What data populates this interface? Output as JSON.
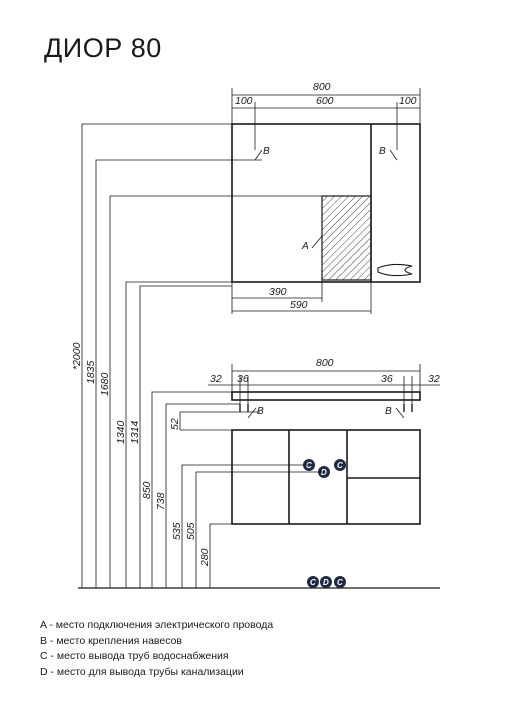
{
  "title": "ДИОР 80",
  "colors": {
    "line": "#1a1a1a",
    "badge": "#1f2a44",
    "thin": "#333333"
  },
  "mirror": {
    "width": "800",
    "left_margin": "100",
    "center": "600",
    "right_margin": "100",
    "shelf_width_1": "390",
    "shelf_width_2": "590"
  },
  "vanity": {
    "width": "800",
    "edge_left": "32",
    "edge_right": "32",
    "hole_left": "36",
    "hole_right": "36",
    "mount_offset": "52"
  },
  "heights": {
    "total": "*2000",
    "h1835": "1835",
    "h1680": "1680",
    "h1340": "1340",
    "h1314": "1314",
    "h850": "850",
    "h738": "738",
    "h535": "535",
    "h505": "505",
    "h280": "280"
  },
  "markers": {
    "a": "A",
    "b": "B",
    "c": "C",
    "d": "D"
  },
  "legend": [
    "A - место подключения электрического провода",
    "B - место крепления навесов",
    "C - место вывода труб водоснабжения",
    "D - место для вывода трубы канализации"
  ]
}
